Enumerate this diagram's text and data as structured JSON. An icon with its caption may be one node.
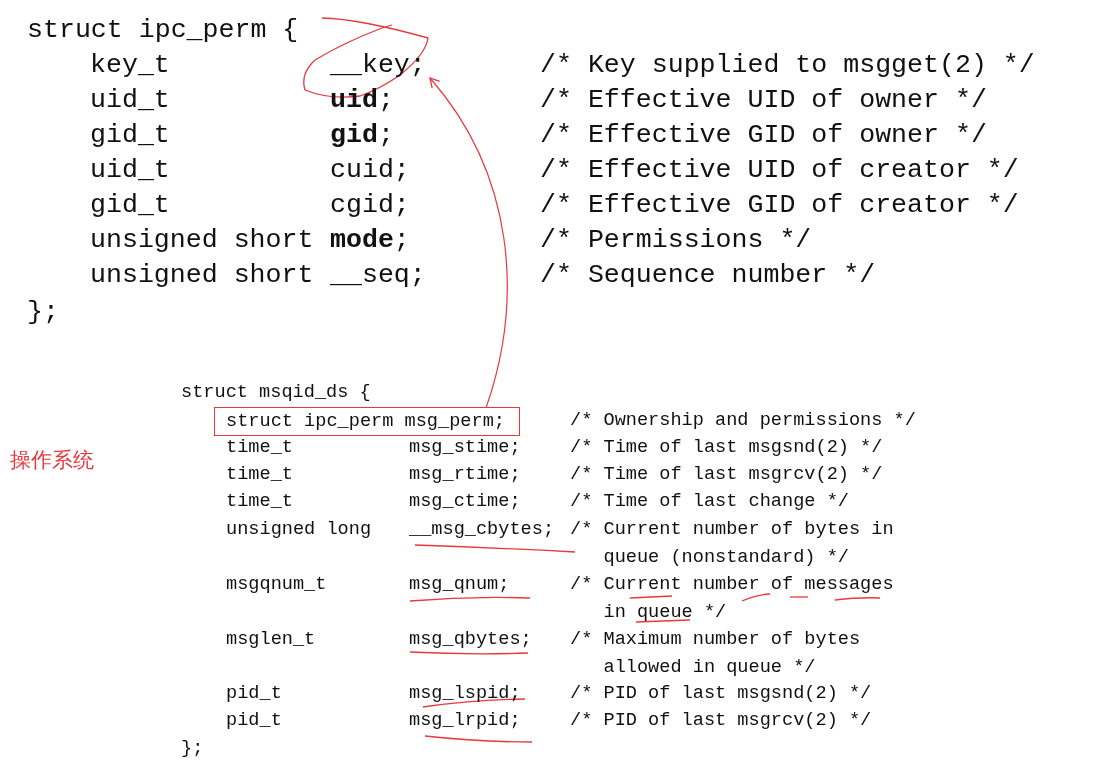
{
  "diagram": {
    "nodes": [
      {
        "text": [
          "struct ipc_perm msg_perm;"
        ]
      },
      {
        "text": [
          "__key;"
        ]
      }
    ],
    "edges": [
      {
        "from": 0,
        "to": 1,
        "arrow": "to",
        "color": "#e8383d"
      }
    ],
    "labels": [
      "struct ipc_perm {",
      "key_t",
      "/* Key supplied to msgget(2) */",
      "uid_t",
      "**uid**;",
      "/* Effective UID of owner */",
      "gid_t",
      "**gid**;",
      "/* Effective GID of owner */",
      "uid_t",
      "cuid;",
      "/* Effective UID of creator */",
      "gid_t",
      "cgid;",
      "/* Effective GID of creator */",
      "unsigned short",
      "**mode**;",
      "/* Permissions */",
      "unsigned short",
      "__seq;",
      "/* Sequence number */",
      "};",
      "struct msqid_ds {",
      "/* Ownership and permissions */",
      "操作系统",
      "time_t",
      "msg_stime;",
      "/* Time of last msgsnd(2) */",
      "time_t",
      "msg_rtime;",
      "/* Time of last msgrcv(2) */",
      "time_t",
      "msg_ctime;",
      "/* Time of last change */",
      "unsigned long",
      "__msg_cbytes;",
      "/* Current number of bytes in queue (nonstandard) */",
      "msgqnum_t",
      "msg_qnum;",
      "/* Current number of messages in queue */",
      "msglen_t",
      "msg_qbytes;",
      "/* Maximum number of bytes allowed in queue */",
      "pid_t",
      "msg_lspid;",
      "/* PID of last msgsnd(2) */",
      "pid_t",
      "msg_lrpid;",
      "/* PID of last msgrcv(2) */",
      "};"
    ]
  }
}
